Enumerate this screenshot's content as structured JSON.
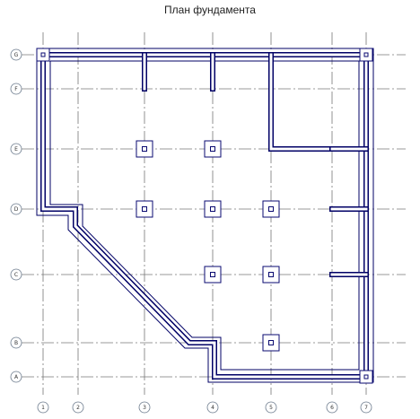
{
  "title": "План фундамента",
  "colors": {
    "wall": "#000066",
    "grid": "#777777",
    "bubble": "#6b7a8c",
    "column": "#0a0a70"
  },
  "grid": {
    "columns": [
      "1",
      "2",
      "3",
      "4",
      "5",
      "6",
      "7"
    ],
    "rows": [
      "G",
      "F",
      "E",
      "D",
      "C",
      "B",
      "A"
    ]
  },
  "icons": {
    "column_footing": "square-footing-icon",
    "grid_bubble": "grid-axis-bubble-icon"
  }
}
